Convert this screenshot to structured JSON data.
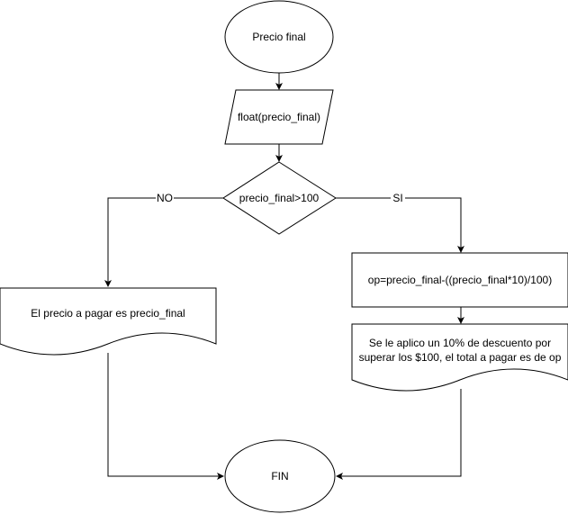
{
  "nodes": {
    "start": "Precio final",
    "input": "float(precio_final)",
    "decision": "precio_final>100",
    "calc": "op=precio_final-((precio_final*10)/100)",
    "output_no": "El precio a pagar es precio_final",
    "output_si_line1": "Se le aplico un 10% de descuento por",
    "output_si_line2": "superar los $100, el total a pagar es de op",
    "end": "FIN"
  },
  "edges": {
    "no_label": "NO",
    "si_label": "SI"
  }
}
